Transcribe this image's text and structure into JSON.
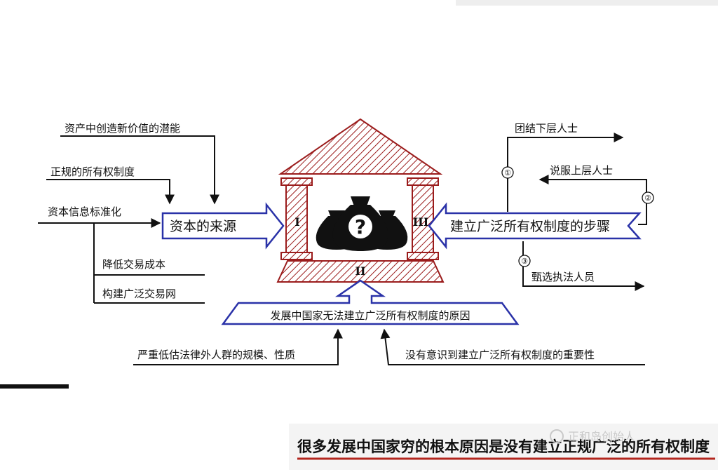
{
  "center": {
    "roman_i": "I",
    "roman_ii": "II",
    "roman_iii": "III",
    "question_mark": "?",
    "icon": "money-bags-icon"
  },
  "left": {
    "title": "资本的来源",
    "item_potential": "资产中创造新价值的潜能",
    "item_formal": "正规的所有权制度",
    "item_standard": "资本信息标准化",
    "sub_cost": "降低交易成本",
    "sub_network": "构建广泛交易网"
  },
  "right": {
    "title": "建立广泛所有权制度的步骤",
    "step1": "团结下层人士",
    "step2": "说服上层人士",
    "step3": "甄选执法人员",
    "n1": "①",
    "n2": "②",
    "n3": "③"
  },
  "bottom": {
    "title": "发展中国家无法建立广泛所有权制度的原因",
    "reason_left": "严重低估法律外人群的规模、性质",
    "reason_right": "没有意识到建立广泛所有权制度的重要性"
  },
  "caption": {
    "text": "很多发展中国家穷的根本原因是没有建立正规广泛的所有权制度",
    "watermark": "正和岛创始人"
  },
  "colors": {
    "blue": "#2a32a8",
    "red": "#9b1c1c",
    "black": "#111111"
  }
}
